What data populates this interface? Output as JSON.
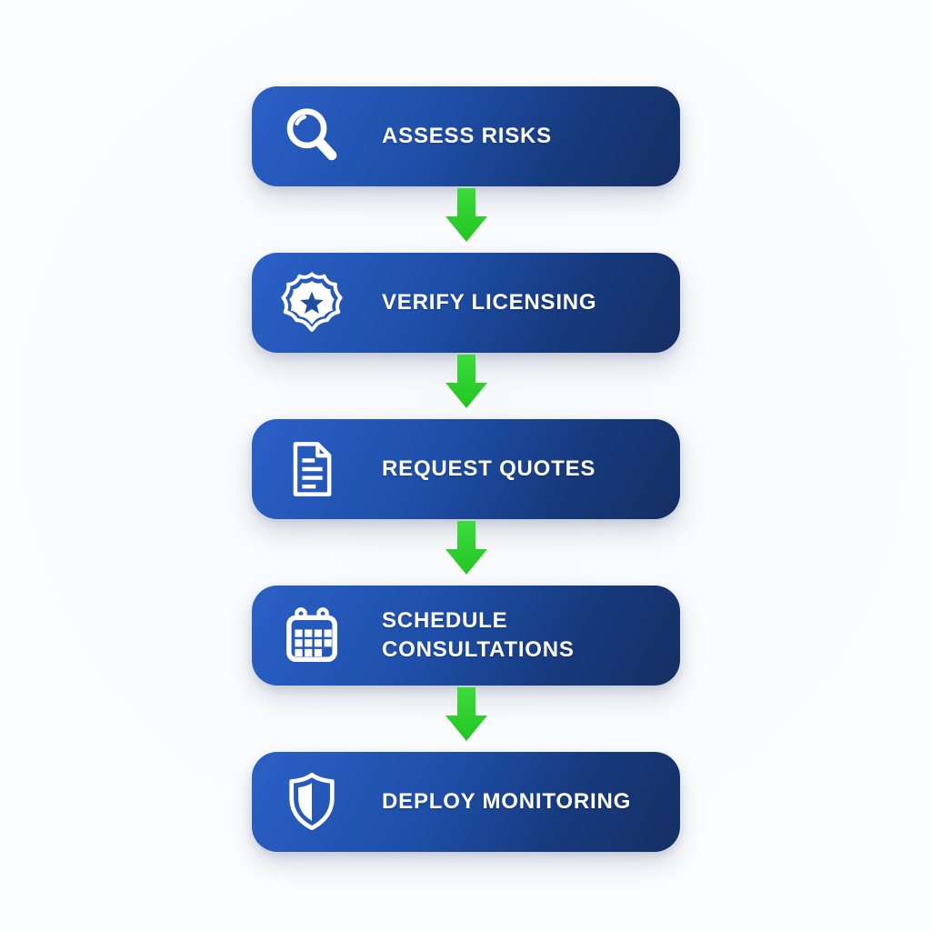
{
  "flow": {
    "steps": [
      {
        "label": "ASSESS RISKS",
        "icon": "magnifier-icon"
      },
      {
        "label": "VERIFY LICENSING",
        "icon": "police-badge-icon"
      },
      {
        "label": "REQUEST QUOTES",
        "icon": "document-icon"
      },
      {
        "label": "SCHEDULE CONSULTATIONS",
        "icon": "calendar-icon"
      },
      {
        "label": "DEPLOY MONITORING",
        "icon": "shield-icon"
      }
    ],
    "connector": {
      "shape": "down-arrow",
      "color_top": "#3bdb3b",
      "color_bottom": "#23c523"
    },
    "style": {
      "block_gradient_start": "#2b60c6",
      "block_gradient_end": "#152f62",
      "text_color": "#ffffff",
      "icon_color": "#ffffff",
      "background": "#fbfcfd"
    }
  }
}
